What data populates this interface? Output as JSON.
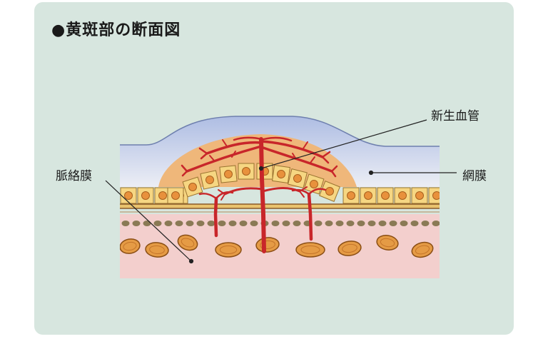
{
  "title": "●黄斑部の断面図",
  "labels": {
    "neovascular": "新生血管",
    "retina": "網膜",
    "choroid": "脈絡膜"
  },
  "colors": {
    "panel_bg": "#d7e6df",
    "retina_top": "#aebde3",
    "retina_bottom": "#e4e8f3",
    "bulge": "#efb77a",
    "rpe_cell": "#f6d682",
    "rpe_nucleus": "#e8913c",
    "choroid": "#f3cfcd",
    "vessel_red": "#c8262a",
    "choroid_cell": "#e59b45"
  }
}
